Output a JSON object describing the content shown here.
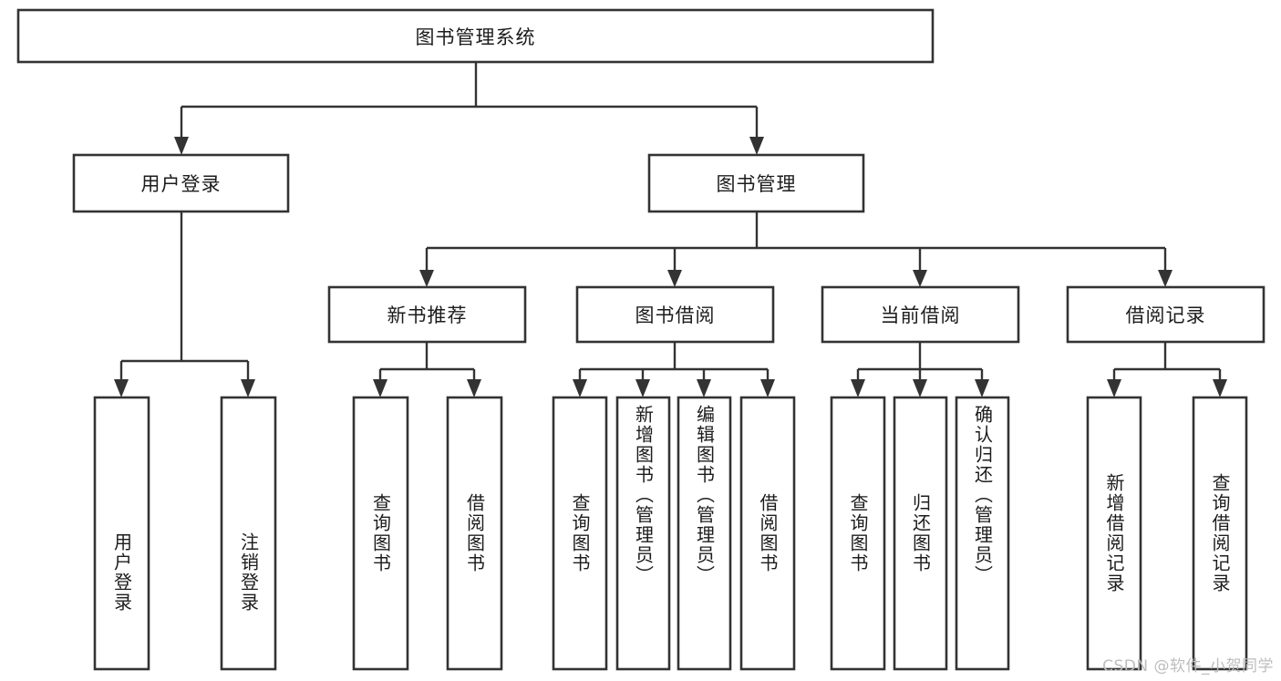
{
  "diagram": {
    "title": "图书管理系统",
    "type": "tree",
    "orientation": "top-down",
    "colors": {
      "box_fill": "#ffffff",
      "box_stroke": "#333333",
      "text": "#1c1c1c",
      "background": "#ffffff",
      "watermark": "#bdbdbd"
    },
    "root": {
      "id": "root",
      "label": "图书管理系统",
      "text_orientation": "horizontal"
    },
    "level2": [
      {
        "id": "user-login",
        "label": "用户登录",
        "text_orientation": "horizontal"
      },
      {
        "id": "book-manage",
        "label": "图书管理",
        "text_orientation": "horizontal"
      }
    ],
    "level3": [
      {
        "id": "new-book-rec",
        "label": "新书推荐",
        "parent": "book-manage",
        "text_orientation": "horizontal"
      },
      {
        "id": "book-borrow",
        "label": "图书借阅",
        "parent": "book-manage",
        "text_orientation": "horizontal"
      },
      {
        "id": "current-borrow",
        "label": "当前借阅",
        "parent": "book-manage",
        "text_orientation": "horizontal"
      },
      {
        "id": "borrow-record",
        "label": "借阅记录",
        "parent": "book-manage",
        "text_orientation": "horizontal"
      }
    ],
    "leaves": [
      {
        "id": "leaf-user-login",
        "label": "用户登录",
        "parent": "user-login",
        "text_orientation": "vertical",
        "align": "bottom"
      },
      {
        "id": "leaf-logout",
        "label": "注销登录",
        "parent": "user-login",
        "text_orientation": "vertical",
        "align": "bottom"
      },
      {
        "id": "leaf-query-book-rec",
        "label": "查询图书",
        "parent": "new-book-rec",
        "text_orientation": "vertical",
        "align": "center"
      },
      {
        "id": "leaf-borrow-book-rec",
        "label": "借阅图书",
        "parent": "new-book-rec",
        "text_orientation": "vertical",
        "align": "center"
      },
      {
        "id": "leaf-query-book-borrow",
        "label": "查询图书",
        "parent": "book-borrow",
        "text_orientation": "vertical",
        "align": "center"
      },
      {
        "id": "leaf-add-book",
        "label": "新增图书（管理员）",
        "parent": "book-borrow",
        "text_orientation": "vertical",
        "align": "top"
      },
      {
        "id": "leaf-edit-book",
        "label": "编辑图书（管理员）",
        "parent": "book-borrow",
        "text_orientation": "vertical",
        "align": "top"
      },
      {
        "id": "leaf-borrow-book",
        "label": "借阅图书",
        "parent": "book-borrow",
        "text_orientation": "vertical",
        "align": "center"
      },
      {
        "id": "leaf-query-book-cur",
        "label": "查询图书",
        "parent": "current-borrow",
        "text_orientation": "vertical",
        "align": "center"
      },
      {
        "id": "leaf-return-book",
        "label": "归还图书",
        "parent": "current-borrow",
        "text_orientation": "vertical",
        "align": "center"
      },
      {
        "id": "leaf-confirm-return",
        "label": "确认归还（管理员）",
        "parent": "current-borrow",
        "text_orientation": "vertical",
        "align": "top"
      },
      {
        "id": "leaf-add-record",
        "label": "新增借阅记录",
        "parent": "borrow-record",
        "text_orientation": "vertical",
        "align": "center"
      },
      {
        "id": "leaf-query-record",
        "label": "查询借阅记录",
        "parent": "borrow-record",
        "text_orientation": "vertical",
        "align": "center"
      }
    ]
  },
  "watermark": {
    "text": "CSDN @软件_小贺同学"
  }
}
